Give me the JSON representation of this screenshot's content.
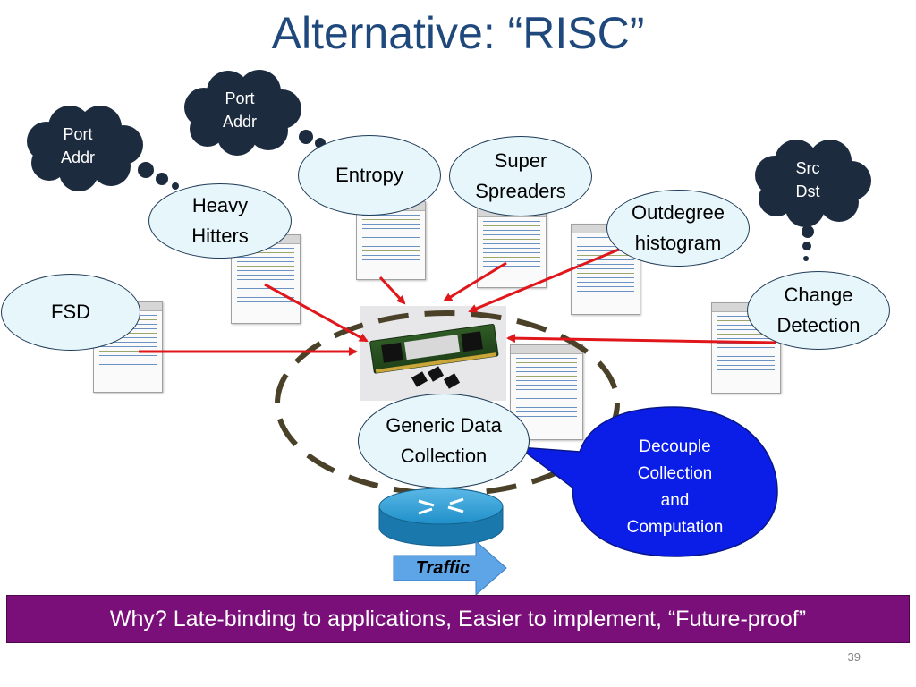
{
  "title": "Alternative: “RISC”",
  "clouds": {
    "port_addr_1": [
      "Port",
      "Addr"
    ],
    "port_addr_2": [
      "Port",
      "Addr"
    ],
    "src_dst": [
      "Src",
      "Dst"
    ]
  },
  "tasks": {
    "heavy_hitters": "Heavy Hitters",
    "entropy": "Entropy",
    "super_spreaders": "Super Spreaders",
    "outdegree_histogram": "Outdegree histogram",
    "fsd": "FSD",
    "change_detection": "Change Detection",
    "generic_data_collection": "Generic Data Collection"
  },
  "callout": [
    "Decouple",
    "Collection",
    "and",
    "Computation"
  ],
  "traffic_label": "Traffic",
  "banner": "Why? Late-binding to applications, Easier to implement, “Future-proof”",
  "page_number": "39",
  "colors": {
    "title": "#1f497d",
    "ellipse_fill": "#e6f6fb",
    "cloud_fill": "#1d2b3f",
    "arrow": "#e0161b",
    "callout_fill": "#0a1ee8",
    "banner_fill": "#7a0f7a",
    "dashed_ring": "#4a4128",
    "router": "#1f8fc9"
  }
}
